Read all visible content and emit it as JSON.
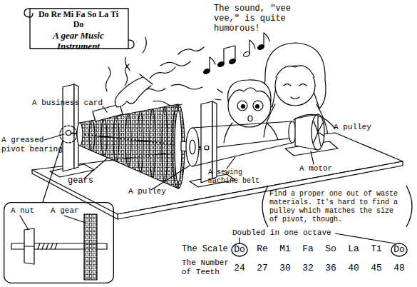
{
  "diagram": {
    "nodes": [
      {
        "text": [
          "Do Re Mi Fa So La Ti Do",
          "A gear Music Instrument"
        ]
      },
      {
        "text": [
          "Find a proper one out of waste materials. It's hard to find a pulley which matches the size of pivot, though."
        ]
      },
      {
        "text": [
          "A nut",
          "A gear"
        ]
      },
      {
        "text": [
          "Do"
        ]
      },
      {
        "text": [
          "Do"
        ]
      }
    ],
    "labels": [
      "The sound, \"vee vee,\" is quite humorous!",
      "A business card",
      "A greased pivot bearing",
      "gears",
      "A pulley",
      "A sewing machine belt",
      "A pulley",
      "A motor",
      "Doubled in one octave",
      "The Scale",
      "Re",
      "Mi",
      "Fa",
      "So",
      "La",
      "Ti",
      "The Number of Teeth",
      "24",
      "27",
      "30",
      "32",
      "36",
      "40",
      "45",
      "48"
    ]
  }
}
